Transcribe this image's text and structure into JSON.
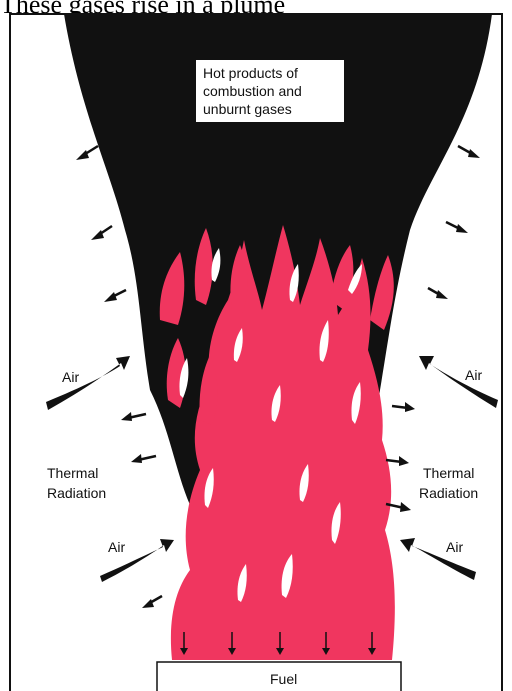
{
  "caption": "These gases rise in a plume",
  "labels": {
    "hot_products_line1": "Hot products of",
    "hot_products_line2": "combustion and",
    "hot_products_line3": "unburnt gases",
    "air_left_upper": "Air",
    "air_right_upper": "Air",
    "air_left_lower": "Air",
    "air_right_lower": "Air",
    "thermal_left_line1": "Thermal",
    "thermal_left_line2": "Radiation",
    "thermal_right_line1": "Thermal",
    "thermal_right_line2": "Radiation",
    "fuel": "Fuel"
  },
  "colors": {
    "smoke": "#111111",
    "flame": "#f0365f",
    "flame_highlight": "#ffffff",
    "arrow": "#111111"
  }
}
